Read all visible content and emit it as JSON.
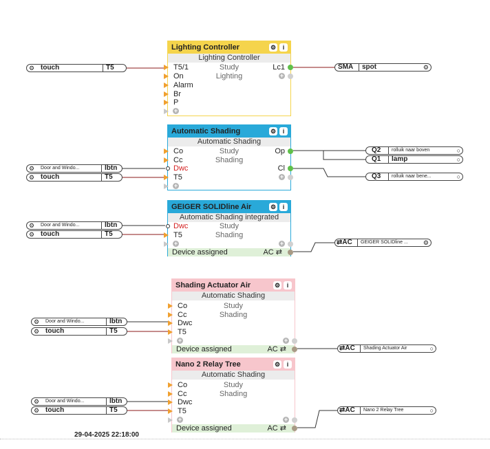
{
  "colors": {
    "yellow": "#f5d44c",
    "blue": "#29a9d9",
    "pink": "#f7c6cc",
    "wire": "#8b1a1a"
  },
  "blocks": {
    "lighting": {
      "title": "Lighting Controller",
      "subtitle": "Lighting Controller",
      "room": "Study",
      "category": "Lighting",
      "inputs": [
        "T5/1",
        "On",
        "Alarm",
        "Br",
        "P"
      ],
      "output": "Lc1"
    },
    "autoshade": {
      "title": "Automatic Shading",
      "subtitle": "Automatic Shading",
      "room": "Study",
      "category": "Shading",
      "inputs": [
        "Co",
        "Cc",
        "Dwc",
        "T5"
      ],
      "outputs": [
        "Op",
        "Cl"
      ]
    },
    "geiger": {
      "title": "GEIGER SOLIDline Air",
      "subtitle": "Automatic Shading integrated",
      "room": "Study",
      "category": "Shading",
      "inputs": [
        "Dwc",
        "T5"
      ],
      "device_label": "Device assigned",
      "device_output": "AC ⇄"
    },
    "actuator": {
      "title": "Shading Actuator Air",
      "subtitle": "Automatic Shading",
      "room": "Study",
      "category": "Shading",
      "inputs": [
        "Co",
        "Cc",
        "Dwc",
        "T5"
      ],
      "device_label": "Device assigned",
      "device_output": "AC ⇄"
    },
    "nano": {
      "title": "Nano 2 Relay Tree",
      "subtitle": "Automatic Shading",
      "room": "Study",
      "category": "Shading",
      "inputs": [
        "Co",
        "Cc",
        "Dwc",
        "T5"
      ],
      "device_label": "Device assigned",
      "device_output": "AC ⇄"
    }
  },
  "chips": {
    "touch": "touch",
    "t5": "T5",
    "door": "Door and Windo...",
    "lbtn": "lbtn",
    "sma": "SMA",
    "spot": "spot",
    "q2": "Q2",
    "q2_name": "rolluik naar boven",
    "q1": "Q1",
    "q1_name": "lamp",
    "q3": "Q3",
    "q3_name": "rolluik naar bene...",
    "ac": "⇄AC",
    "geiger_dev": "GEIGER SOLIDline ...",
    "actuator_dev": "Shading Actuator Air",
    "nano_dev": "Nano 2 Relay Tree"
  },
  "header_icons": {
    "settings": "gear-icon",
    "info": "info-icon"
  },
  "timestamp": "29-04-2025 22:18:00"
}
